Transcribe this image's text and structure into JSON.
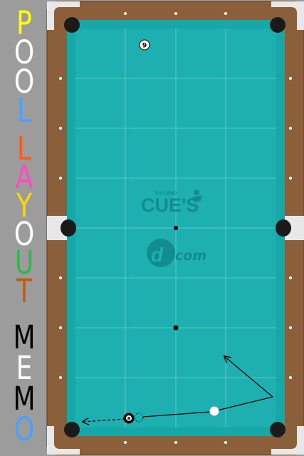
{
  "title": {
    "lines": [
      [
        {
          "ch": "P",
          "color": "#ffff00"
        },
        {
          "ch": "O",
          "color": "#ffffff"
        },
        {
          "ch": "O",
          "color": "#ffffff"
        },
        {
          "ch": "L",
          "color": "#4aa0ff"
        }
      ],
      [
        {
          "ch": "L",
          "color": "#ff5a1e"
        },
        {
          "ch": "A",
          "color": "#ff4cc0"
        },
        {
          "ch": "Y",
          "color": "#ffd800"
        },
        {
          "ch": "O",
          "color": "#ffffff"
        },
        {
          "ch": "U",
          "color": "#2eb84a"
        },
        {
          "ch": "T",
          "color": "#c25a10"
        }
      ],
      [
        {
          "ch": "M",
          "color": "#000000"
        },
        {
          "ch": "E",
          "color": "#ffffff"
        },
        {
          "ch": "M",
          "color": "#000000"
        },
        {
          "ch": "O",
          "color": "#4aa0ff"
        }
      ]
    ]
  },
  "colors": {
    "rail_wood": "#8a5f3a",
    "cushion": "#16a7a7",
    "cloth": "#1eb0b0",
    "grid_line": "#7fd3d3",
    "pocket": "#1a1a1a",
    "corner_plate": "#e8e8e8",
    "diamond": "#ffffff",
    "logo": "#138c90"
  },
  "logo": {
    "top_small": "BILLIARD",
    "main": "CUE'S",
    "sub": "com"
  },
  "balls": [
    {
      "name": "nine-ball",
      "number": "9",
      "color": "#ffffff",
      "text_color": "#000000"
    },
    {
      "name": "eight-ball",
      "number": "8",
      "color": "#000000",
      "text_color": "#ffffff"
    },
    {
      "name": "cue-ball",
      "number": "",
      "color": "#ffffff",
      "text_color": "#000000"
    }
  ]
}
